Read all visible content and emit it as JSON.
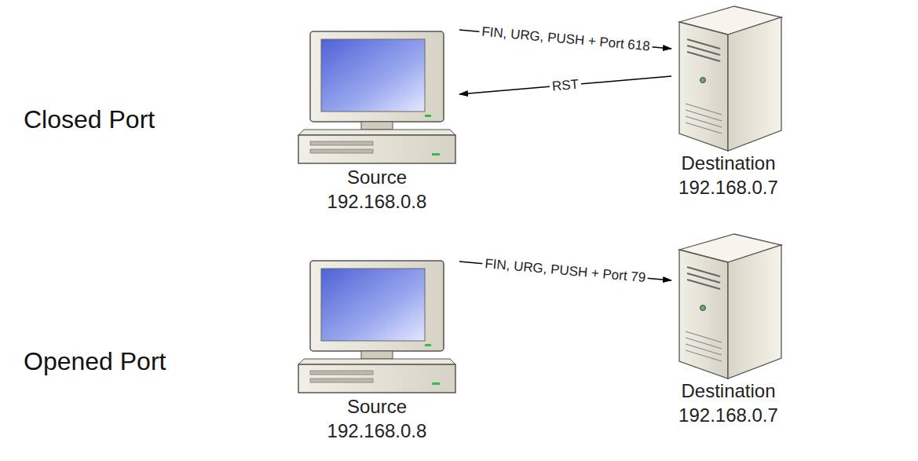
{
  "diagram": {
    "nodes": [
      {
        "text": [
          "Source",
          "192.168.0.8"
        ]
      },
      {
        "text": [
          "Destination",
          "192.168.0.7"
        ]
      },
      {
        "text": [
          "Source",
          "192.168.0.8"
        ]
      },
      {
        "text": [
          "Destination",
          "192.168.0.7"
        ]
      }
    ],
    "edges": [
      {
        "from": 0,
        "to": 1,
        "arrow": "to",
        "label": "FIN, URG, PUSH + Port 618"
      },
      {
        "from": 1,
        "to": 0,
        "arrow": "to",
        "label": "RST"
      },
      {
        "from": 2,
        "to": 3,
        "arrow": "to",
        "label": "FIN, URG, PUSH + Port 79"
      }
    ],
    "labels": [
      "Closed Port",
      "Opened Port"
    ]
  }
}
